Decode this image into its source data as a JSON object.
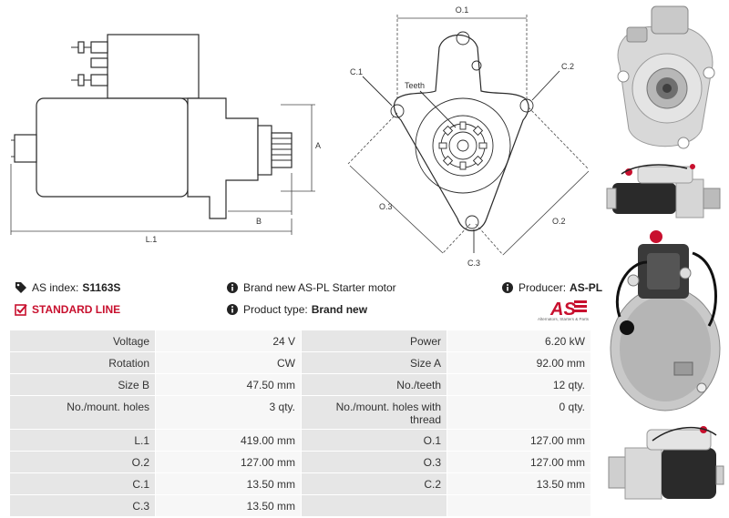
{
  "drawing_labels": {
    "side": {
      "a": "A",
      "b": "B",
      "l1": "L.1"
    },
    "front": {
      "o1": "O.1",
      "o2": "O.2",
      "o3": "O.3",
      "c1": "C.1",
      "c2": "C.2",
      "c3": "C.3",
      "teeth": "Teeth"
    }
  },
  "info": {
    "as_index_label": "AS index:",
    "as_index_value": "S1163S",
    "standard_line": "STANDARD LINE",
    "brand_new_text": "Brand new AS-PL Starter motor",
    "product_type_label": "Product type:",
    "product_type_value": "Brand new",
    "producer_label": "Producer:",
    "producer_value": "AS-PL"
  },
  "logo": {
    "text": "AS",
    "tagline": "Alternators, Starters & Parts"
  },
  "colors": {
    "accent_red": "#c8102e",
    "key_cell": "#e6e6e6",
    "value_cell": "#f7f7f7"
  },
  "specs": [
    {
      "k1": "Voltage",
      "v1": "24 V",
      "k2": "Power",
      "v2": "6.20 kW"
    },
    {
      "k1": "Rotation",
      "v1": "CW",
      "k2": "Size A",
      "v2": "92.00 mm"
    },
    {
      "k1": "Size B",
      "v1": "47.50 mm",
      "k2": "No./teeth",
      "v2": "12 qty."
    },
    {
      "k1": "No./mount. holes",
      "v1": "3 qty.",
      "k2": "No./mount. holes with thread",
      "v2": "0 qty."
    },
    {
      "k1": "L.1",
      "v1": "419.00 mm",
      "k2": "O.1",
      "v2": "127.00 mm"
    },
    {
      "k1": "O.2",
      "v1": "127.00 mm",
      "k2": "O.3",
      "v2": "127.00 mm"
    },
    {
      "k1": "C.1",
      "v1": "13.50 mm",
      "k2": "C.2",
      "v2": "13.50 mm"
    },
    {
      "k1": "C.3",
      "v1": "13.50 mm",
      "k2": "",
      "v2": ""
    }
  ]
}
